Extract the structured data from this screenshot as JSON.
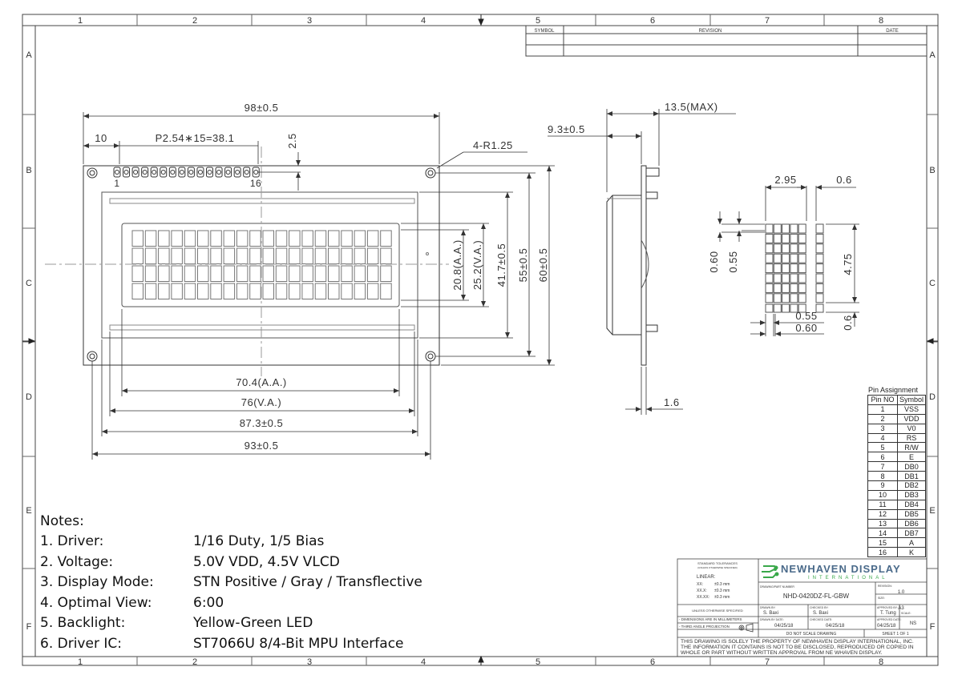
{
  "border": {
    "columns": [
      "1",
      "2",
      "3",
      "4",
      "5",
      "6",
      "7",
      "8"
    ],
    "rows": [
      "A",
      "B",
      "C",
      "D",
      "E",
      "F"
    ]
  },
  "revision_table": {
    "symbol": "SYMBOL",
    "revision": "REVISION",
    "date": "DATE"
  },
  "dimensions": {
    "overall_width": "98±0.5",
    "pin_offset": "10",
    "pin_pitch": "P2.54∗15=38.1",
    "pin_top": "2.5",
    "radius": "4-R1.25",
    "pin_first": "1",
    "pin_last": "16",
    "aa_width": "70.4(A.A.)",
    "va_width": "76(V.A.)",
    "hole_pitch_w": "87.3±0.5",
    "pcb_inner_w": "93±0.5",
    "aa_height": "20.8(A.A.)",
    "va_height": "25.2(V.A.)",
    "bezel_h": "41.7±0.5",
    "hole_pitch_h": "55±0.5",
    "overall_height": "60±0.5",
    "side_thickness": "13.5(MAX)",
    "side_pcb": "9.3±0.5",
    "side_board": "1.6",
    "dot_w": "2.95",
    "dot_gap": "0.6",
    "dot_h": "4.75",
    "dot_pitch_v1": "0.60",
    "dot_pitch_v2": "0.55",
    "dot_bottom_v": "0.6",
    "dot_pitch_h1": "0.55",
    "dot_pitch_h2": "0.60"
  },
  "pin_assignment": {
    "title": "Pin Assignment",
    "headers": [
      "Pin NO",
      "Symbol"
    ],
    "rows": [
      [
        "1",
        "VSS"
      ],
      [
        "2",
        "VDD"
      ],
      [
        "3",
        "V0"
      ],
      [
        "4",
        "RS"
      ],
      [
        "5",
        "R/W"
      ],
      [
        "6",
        "E"
      ],
      [
        "7",
        "DB0"
      ],
      [
        "8",
        "DB1"
      ],
      [
        "9",
        "DB2"
      ],
      [
        "10",
        "DB3"
      ],
      [
        "11",
        "DB4"
      ],
      [
        "12",
        "DB5"
      ],
      [
        "13",
        "DB6"
      ],
      [
        "14",
        "DB7"
      ],
      [
        "15",
        "A"
      ],
      [
        "16",
        "K"
      ]
    ]
  },
  "notes": {
    "title": "Notes:",
    "items": [
      {
        "label": "1. Driver:",
        "value": "1/16 Duty, 1/5 Bias"
      },
      {
        "label": "2. Voltage:",
        "value": "5.0V VDD, 4.5V VLCD"
      },
      {
        "label": "3. Display Mode:",
        "value": "STN Positive / Gray / Transflective"
      },
      {
        "label": "4. Optimal View:",
        "value": "6:00"
      },
      {
        "label": "5. Backlight:",
        "value": "Yellow-Green LED"
      },
      {
        "label": "6. Driver IC:",
        "value": "ST7066U 8/4-Bit MPU Interface"
      }
    ]
  },
  "title_block": {
    "tolerance_title": "STANDARD TOLERANCES",
    "tolerance_sub": "(UNLESS OTHERWISE SPECIFIED)",
    "linear": "LINEAR:",
    "tol_rows": [
      [
        "XX:",
        "±0.3 mm"
      ],
      [
        "XX.X:",
        "±0.3 mm"
      ],
      [
        "XX.XX:",
        "±0.3 mm"
      ]
    ],
    "unless": "UNLESS OTHERWISE SPECIFIED",
    "dims_mm": "- DIMENSIONS ARE IN MILLIMETERS",
    "third_angle": "- THIRD ANGLE PROJECTION",
    "brand": "NEWHAVEN DISPLAY",
    "brand_sub": "INTERNATIONAL",
    "drawing_label": "DRAWING/PART NUMBER",
    "part_number": "NHD-0420DZ-FL-GBW",
    "revision_label": "REVISION:",
    "revision": "1.0",
    "size_label": "SIZE:",
    "size": "A3",
    "scale_label": "SCALE:",
    "scale": "NS",
    "drawn_label": "DRAWN BY:",
    "drawn_by": "S. Baxi",
    "checked_label": "CHECKED BY:",
    "checked_by": "S. Baxi",
    "approved_label": "APPROVED BY:",
    "approved_by": "T. Tung",
    "drawn_date_label": "DRAWN BY DATE:",
    "drawn_date": "04/25/18",
    "checked_date_label": "CHECKED DATE:",
    "checked_date": "04/25/18",
    "approved_date_label": "APPROVED DATE:",
    "approved_date": "04/25/18",
    "do_not_scale": "DO NOT SCALE DRAWING",
    "sheet": "SHEET 1 OF 1",
    "disclaimer_1": "THIS DRAWING IS SOLELY THE PROPERTY OF NEWHAVEN DISPLAY INTERNATIONAL, INC.",
    "disclaimer_2": "THE INFORMATION IT CONTAINS IS NOT TO BE DISCLOSED, REPRODUCED OR COPIED IN",
    "disclaimer_3": "WHOLE OR PART WITHOUT WRITTEN APPROVAL FROM NE WHAVEN DISPLAY."
  },
  "colors": {
    "line": "#333333",
    "light": "#888888",
    "logo_green": "#3aa84a",
    "logo_text": "#4a6a8a"
  }
}
